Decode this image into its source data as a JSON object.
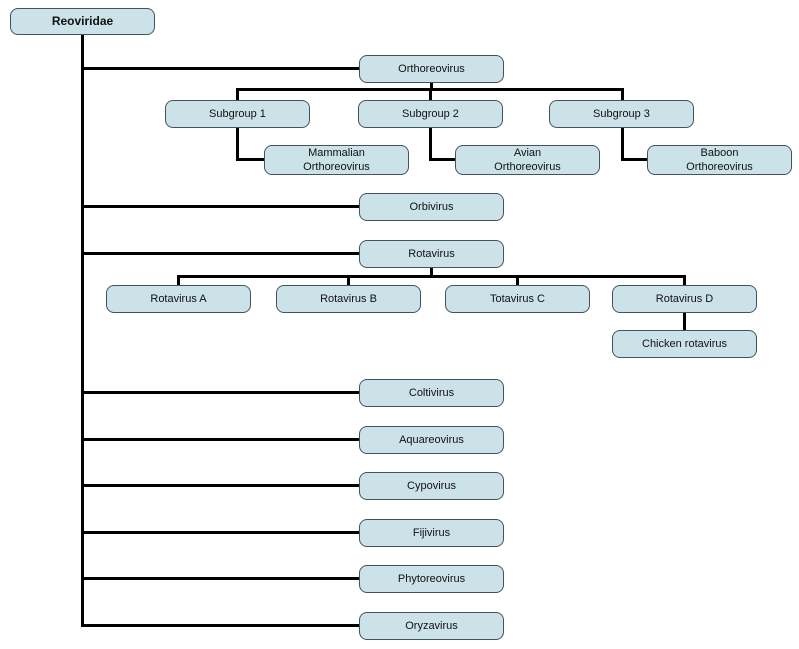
{
  "diagram_type": "taxonomy-tree",
  "tree": {
    "root": {
      "label": "Reoviridae",
      "children": [
        {
          "label": "Orthoreovirus",
          "children": [
            {
              "label": "Subgroup 1",
              "children": [
                {
                  "label": "Mammalian\nOrthoreovirus"
                }
              ]
            },
            {
              "label": "Subgroup 2",
              "children": [
                {
                  "label": "Avian\nOrthoreovirus"
                }
              ]
            },
            {
              "label": "Subgroup 3",
              "children": [
                {
                  "label": "Baboon\nOrthoreovirus"
                }
              ]
            }
          ]
        },
        {
          "label": "Orbivirus"
        },
        {
          "label": "Rotavirus",
          "children": [
            {
              "label": "Rotavirus A"
            },
            {
              "label": "Rotavirus B"
            },
            {
              "label": "Totavirus C"
            },
            {
              "label": "Rotavirus D",
              "children": [
                {
                  "label": "Chicken rotavirus"
                }
              ]
            }
          ]
        },
        {
          "label": "Coltivirus"
        },
        {
          "label": "Aquareovirus"
        },
        {
          "label": "Cypovirus"
        },
        {
          "label": "Fijivirus"
        },
        {
          "label": "Phytoreovirus"
        },
        {
          "label": "Oryzavirus"
        }
      ]
    }
  },
  "colors": {
    "background": "#ffffff",
    "box_fill": "#cbe2e9",
    "box_border": "#44535a",
    "line": "#000000",
    "text": "#111111"
  }
}
